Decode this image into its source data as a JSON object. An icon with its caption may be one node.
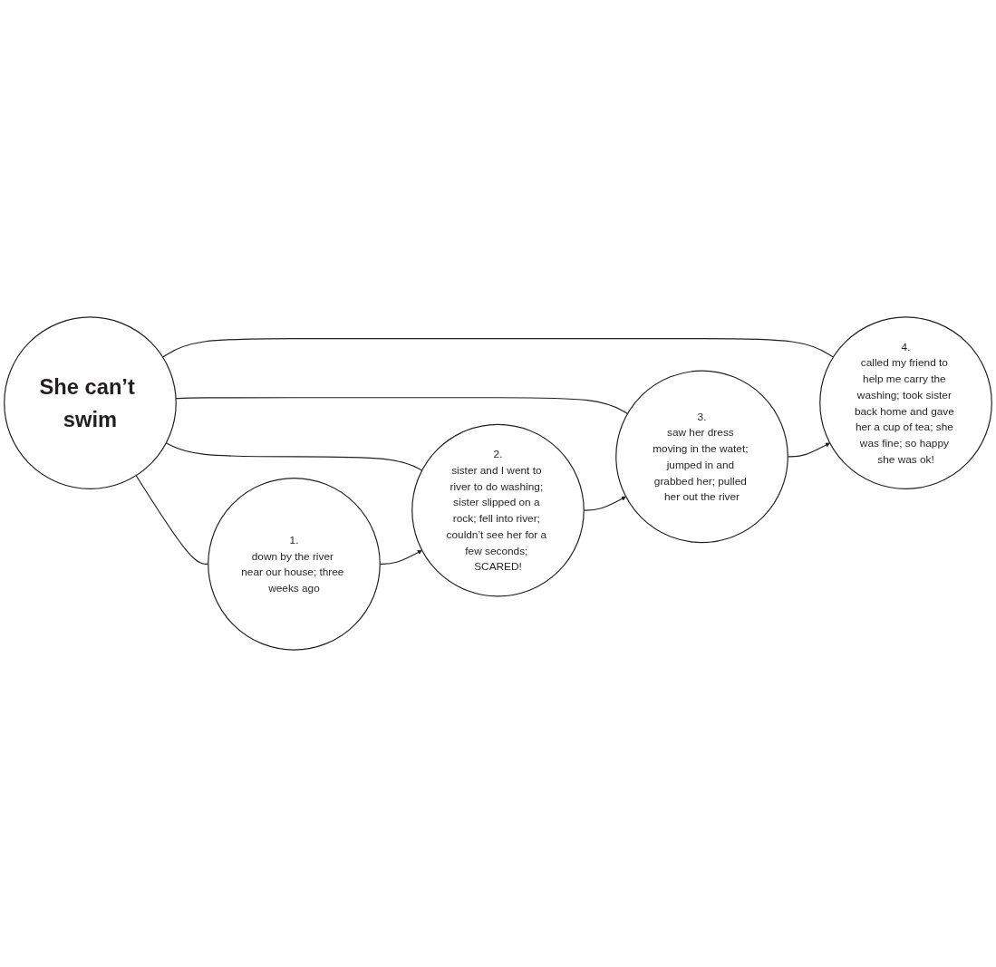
{
  "diagram": {
    "nodes": [
      {
        "text": [
          "1.",
          "down by the river near our house; three weeks ago"
        ]
      },
      {
        "text": [
          "4.",
          "called my friend to help me carry the washing; took sister back home and gave her a cup of tea; she was fine; so happy she was ok!"
        ]
      },
      {
        "text": [
          "She can’t swim"
        ]
      },
      {
        "text": [
          "2.",
          "sister and I went to river to do washing; sister slipped on a rock; fell into river; couldn’t see her for a few seconds; SCARED!"
        ]
      },
      {
        "text": [
          "3.",
          "saw her dress moving in the watet; jumped in and grabbed her; pulled her out the river"
        ]
      }
    ],
    "edges": [
      {
        "from": 2,
        "to": 0,
        "arrow": "none"
      },
      {
        "from": 2,
        "to": 1,
        "arrow": "none"
      },
      {
        "from": 2,
        "to": 3,
        "arrow": "none"
      },
      {
        "from": 2,
        "to": 4,
        "arrow": "none"
      },
      {
        "from": 0,
        "to": 3,
        "arrow": "to"
      },
      {
        "from": 3,
        "to": 4,
        "arrow": "to"
      },
      {
        "from": 4,
        "to": 1,
        "arrow": "to"
      }
    ]
  }
}
